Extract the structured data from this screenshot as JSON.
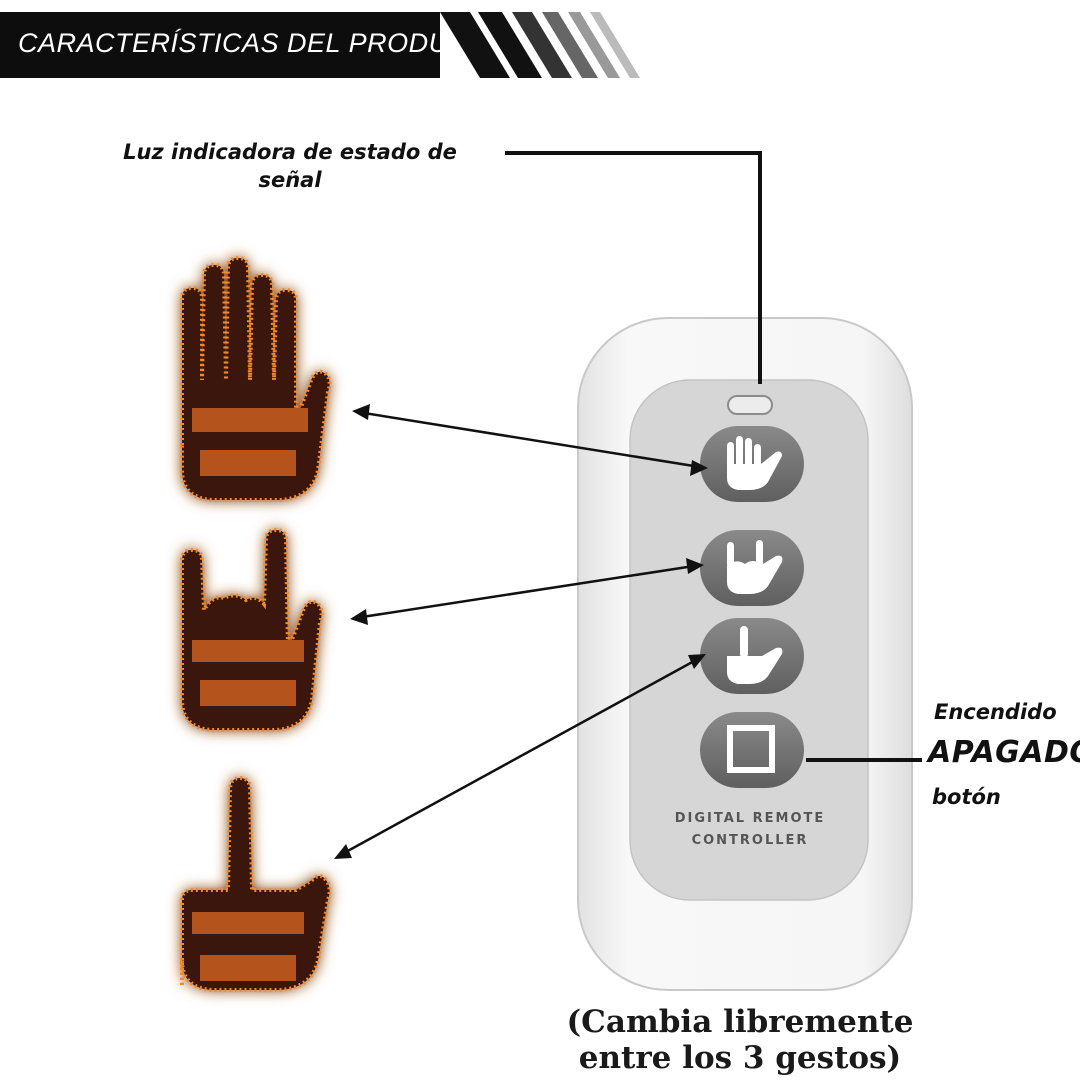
{
  "header": {
    "title": "CARACTERÍSTICAS DEL PRODUCTO"
  },
  "labels": {
    "signal_line1": "Luz indicadora de estado de",
    "signal_line2": "señal",
    "power_on": "Encendido",
    "power_off": "APAGADO",
    "power_button": "botón"
  },
  "remote": {
    "text_line1": "DIGITAL REMOTE",
    "text_line2": "CONTROLLER",
    "buttons": [
      {
        "icon": "open-hand-icon"
      },
      {
        "icon": "rock-gesture-icon"
      },
      {
        "icon": "middle-finger-icon"
      },
      {
        "icon": "square-power-icon"
      }
    ]
  },
  "caption": {
    "line1": "(Cambia libremente",
    "line2": "entre los 3 gestos)"
  },
  "colors": {
    "led_orange": "#e8761e",
    "led_glow": "#f7a85a",
    "led_dark": "#4a1e0c",
    "remote_body": "#f2f2f2",
    "remote_panel": "#d9d9d9",
    "button_gray": "#7a7a7a"
  }
}
